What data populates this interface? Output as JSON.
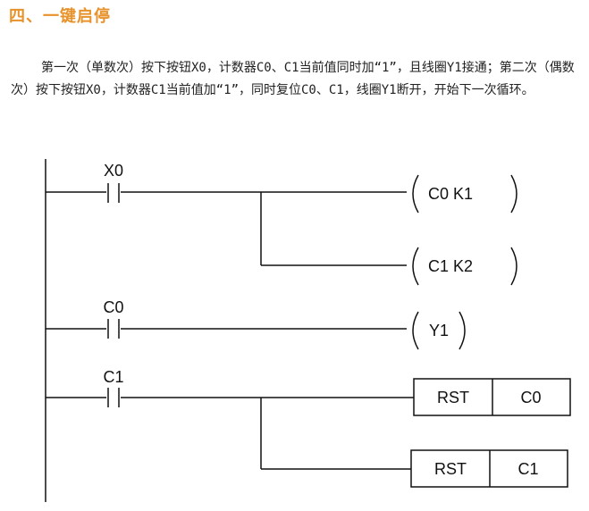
{
  "section": {
    "heading": "四、一键启停",
    "description": "第一次（单数次）按下按钮X0，计数器C0、C1当前值同时加“1”，且线圈Y1接通；第二次（偶数次）按下按钮X0，计数器C1当前值加“1”，同时复位C0、C1，线圈Y1断开，开始下一次循环。"
  },
  "ladder": {
    "rungs": [
      {
        "contact": "X0",
        "outputs": [
          {
            "type": "coil",
            "text": "C0 K1"
          },
          {
            "type": "coil",
            "text": "C1 K2"
          }
        ]
      },
      {
        "contact": "C0",
        "outputs": [
          {
            "type": "coil",
            "text": "Y1"
          }
        ]
      },
      {
        "contact": "C1",
        "outputs": [
          {
            "type": "box",
            "instruction": "RST",
            "operand": "C0"
          },
          {
            "type": "box",
            "instruction": "RST",
            "operand": "C1"
          }
        ]
      }
    ]
  }
}
